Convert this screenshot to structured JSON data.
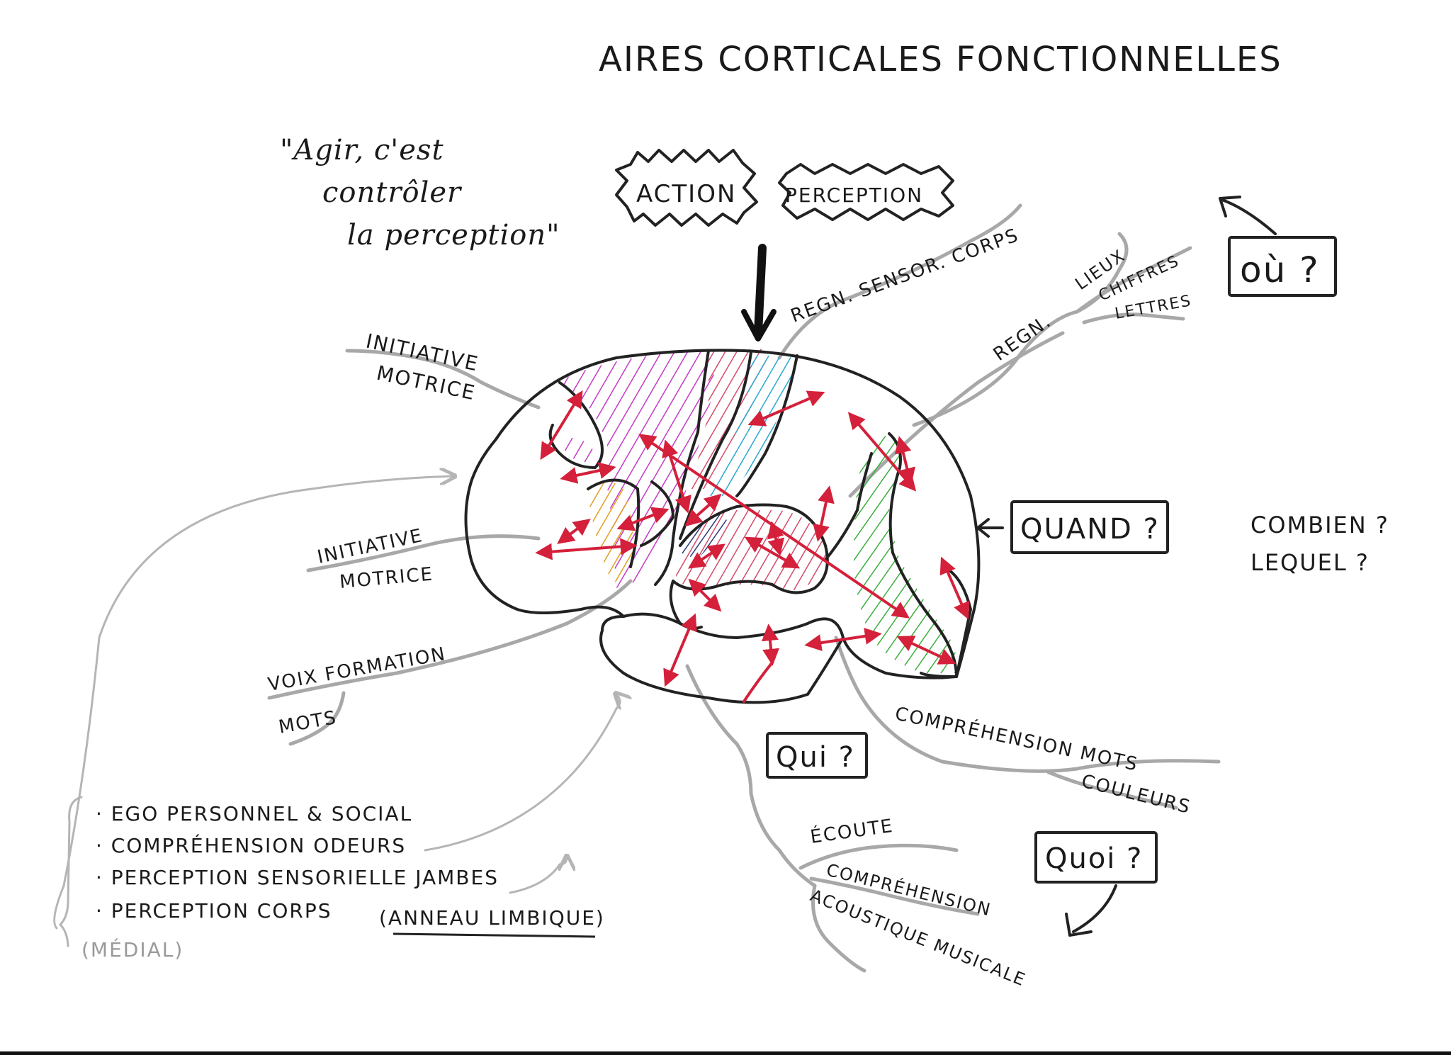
{
  "title": "AIRES CORTICALES FONCTIONNELLES",
  "quote": {
    "line1": "\"Agir, c'est",
    "line2": "contrôler",
    "line3": "la perception\""
  },
  "bursts": {
    "action": "ACTION",
    "perception": "PERCEPTION"
  },
  "branches": {
    "regn_sensor_corps": "REGN. SENSOR. CORPS",
    "regn": "REGN.",
    "lieux": "LIEUX",
    "chiffres": "CHIFFRES",
    "lettres": "LETTRES",
    "initiative_motrice_top_1": "INITIATIVE",
    "initiative_motrice_top_2": "MOTRICE",
    "initiative_motrice_mid_1": "INITIATIVE",
    "initiative_motrice_mid_2": "MOTRICE",
    "voix_formation": "VOIX FORMATION",
    "mots": "MOTS",
    "comprehension_mots": "COMPRÉHENSION MOTS",
    "couleurs": "COULEURS",
    "ecoute": "ÉCOUTE",
    "comprehension": "COMPRÉHENSION",
    "acoustique_musicale": "ACOUSTIQUE MUSICALE"
  },
  "questions": {
    "ou": "où ?",
    "quand": "QUAND ?",
    "combien": "COMBIEN ?",
    "lequel": "LEQUEL ?",
    "qui": "Qui ?",
    "quoi": "Quoi ?"
  },
  "medial": {
    "items": [
      "· EGO PERSONNEL & SOCIAL",
      "· COMPRÉHENSION ODEURS",
      "· PERCEPTION SENSORIELLE JAMBES",
      "· PERCEPTION CORPS"
    ],
    "annotation": "(ANNEAU LIMBIQUE)",
    "label": "(MÉDIAL)"
  },
  "colors": {
    "ink": "#222222",
    "branch_grey": "#a8a8a8",
    "arrow_red": "#d4203a",
    "magenta_hatch": "#c43bc4",
    "red_hatch": "#d44a6a",
    "blue_hatch": "#2aa8d0",
    "green_hatch": "#3bae3b",
    "orange_hatch": "#e0a020",
    "navy_hatch": "#2a3a7a"
  }
}
